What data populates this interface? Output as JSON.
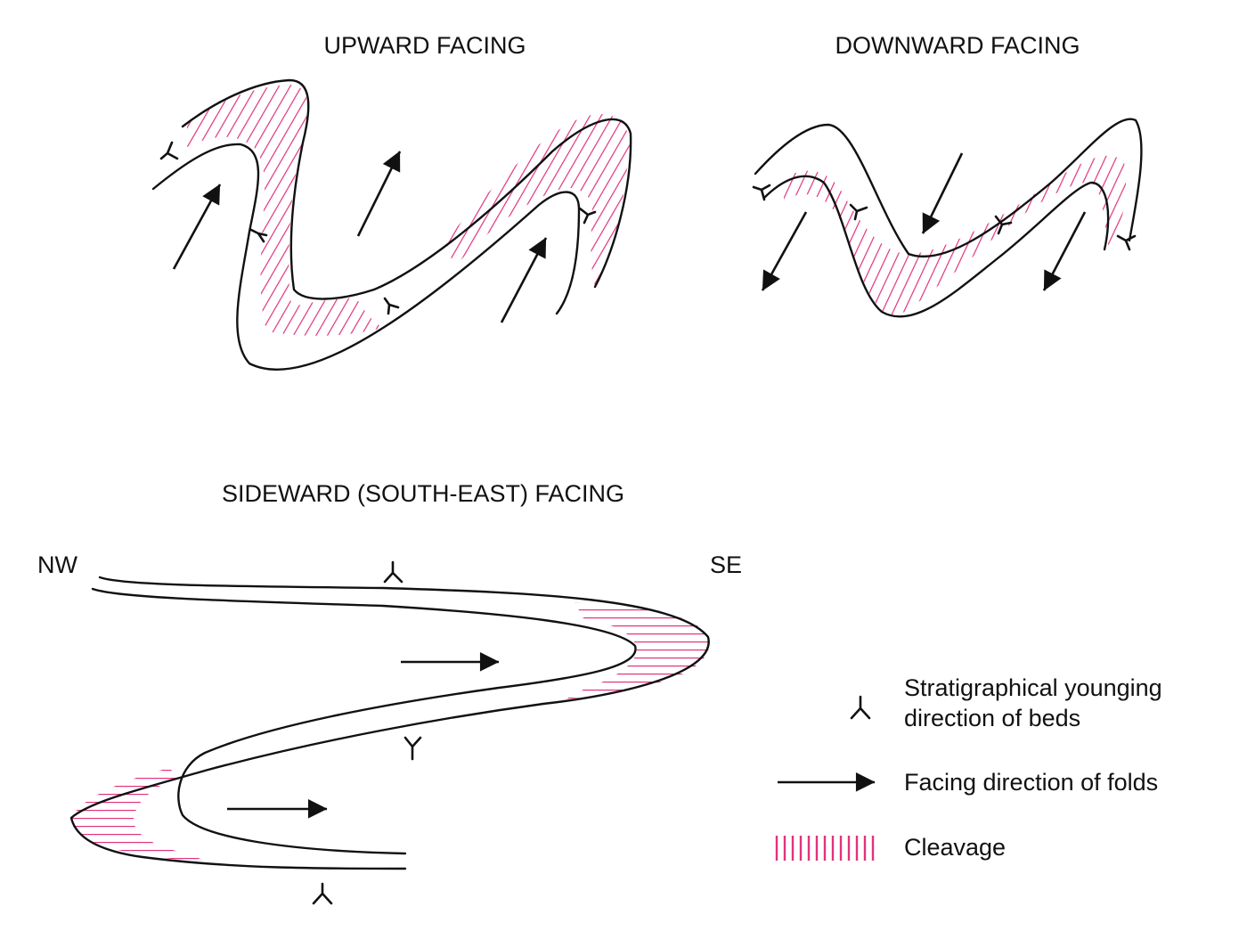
{
  "titles": {
    "upward": "UPWARD FACING",
    "downward": "DOWNWARD FACING",
    "sideward": "SIDEWARD (SOUTH-EAST) FACING"
  },
  "compass": {
    "nw": "NW",
    "se": "SE"
  },
  "legend": {
    "younging_line1": "Stratigraphical younging",
    "younging_line2": "direction of beds",
    "facing": "Facing direction of folds",
    "cleavage": "Cleavage"
  },
  "colors": {
    "cleavage": "#e0337f",
    "line": "#111111",
    "background": "#ffffff"
  },
  "icons": {
    "younging": "y-shaped-younging-symbol",
    "facing": "arrow-icon",
    "cleavage": "hatch-pattern"
  }
}
